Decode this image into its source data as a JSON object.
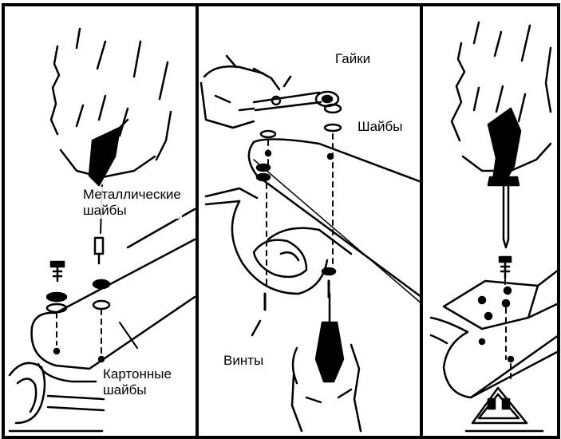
{
  "colors": {
    "ink": "#000000",
    "paper": "#ffffff"
  },
  "panels": [
    {
      "name": "panel-left",
      "labels": {
        "metal_washers": [
          "Металлические",
          "шайбы"
        ],
        "cardboard_washers": [
          "Картонные",
          "шайбы"
        ]
      }
    },
    {
      "name": "panel-middle",
      "labels": {
        "nuts": "Гайки",
        "washers": "Шайбы",
        "screws": "Винты"
      }
    },
    {
      "name": "panel-right",
      "labels": {}
    }
  ],
  "icons": [
    "hand-icon",
    "screwdriver-icon",
    "wrench-icon",
    "screw-icon",
    "washer-icon",
    "nut-icon",
    "handle-icon",
    "blade-icon"
  ]
}
